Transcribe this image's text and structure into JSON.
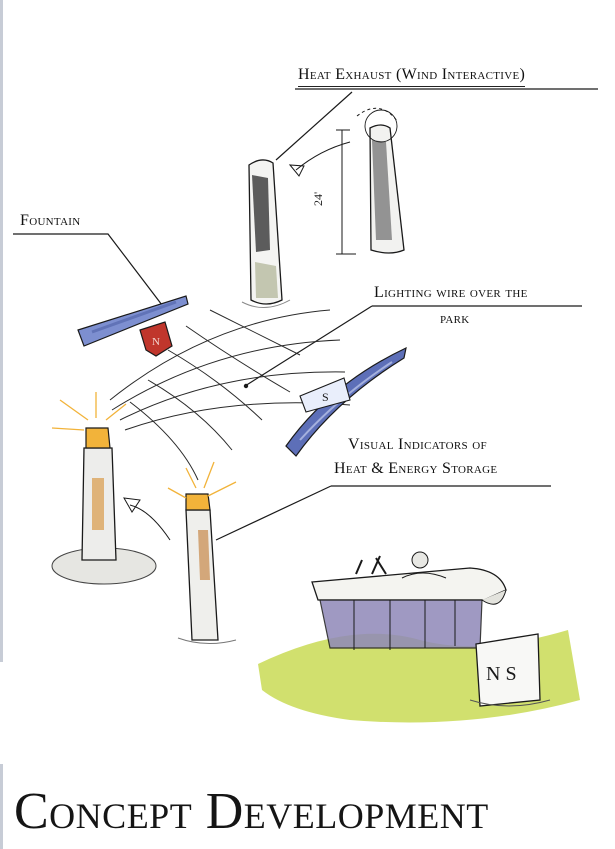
{
  "labels": {
    "heat_exhaust": "Heat Exhaust (Wind Interactive)",
    "fountain": "Fountain",
    "lighting_wire_line1": "Lighting wire over the",
    "lighting_wire_line2": "park",
    "visual_indicators_line1": "Visual Indicators of",
    "visual_indicators_line2": "Heat & Energy Storage",
    "dimension": "24'",
    "sign_letters": "N S",
    "fountain_letter": "N"
  },
  "title": "Concept Development",
  "colors": {
    "ink": "#1a1a1a",
    "fountain_blue": "#7d8fd0",
    "fountain_red": "#c0362c",
    "glow_yellow": "#f2b33a",
    "grass_green": "#c5d84a",
    "glass_purple": "#8f88b8",
    "storage_blue": "#5d6fb8"
  }
}
